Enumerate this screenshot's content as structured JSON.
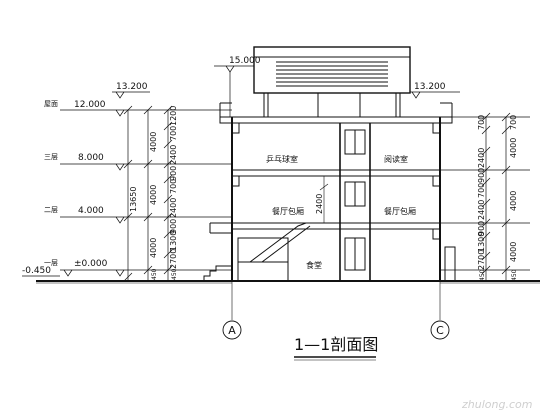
{
  "levels": {
    "roof_top_left": "13.200",
    "roof_top_right": "13.200",
    "tank_top": "15.000",
    "roof": "12.000",
    "floor3": "8.000",
    "floor2": "4.000",
    "ground": "±0.000",
    "outdoor": "-0.450"
  },
  "floor_labels": {
    "roof": "屋面",
    "floor3": "三层",
    "floor2": "二层",
    "ground": "一层"
  },
  "left_dims": {
    "inner": [
      "1200",
      "700",
      "2400",
      "900",
      "700",
      "2400",
      "900",
      "1300",
      "2700",
      "450"
    ],
    "middle": [
      "4000",
      "4000",
      "4000",
      "450"
    ],
    "outer": "13650"
  },
  "right_dims": {
    "inner": [
      "700",
      "2400",
      "900",
      "700",
      "2400",
      "900",
      "1300",
      "2700",
      "450"
    ],
    "middle": [
      "700",
      "4000",
      "4000",
      "4000",
      "450"
    ]
  },
  "center_dim": "2400",
  "rooms": {
    "r3_left": "乒乓球室",
    "r3_right": "阅读室",
    "r2_left": "餐厅包厢",
    "r2_right": "餐厅包厢",
    "r1": "食堂"
  },
  "axes": [
    "A",
    "C"
  ],
  "section_title": "1—1剖面图",
  "watermark": "zhulong.com"
}
